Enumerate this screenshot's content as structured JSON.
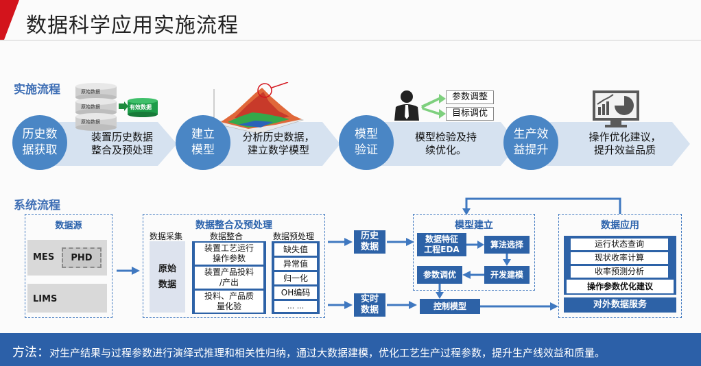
{
  "title": "数据科学应用实施流程",
  "process": {
    "label": "实施流程",
    "steps": [
      {
        "circle": "历史数据获取",
        "circle_l1": "历史数",
        "circle_l2": "据获取",
        "desc_l1": "装置历史数据",
        "desc_l2": "整合及预处理"
      },
      {
        "circle_l1": "建立",
        "circle_l2": "模型",
        "desc_l1": "分析历史数据，",
        "desc_l2": "建立数学模型"
      },
      {
        "circle_l1": "模型",
        "circle_l2": "验证",
        "desc_l1": "模型检验及持",
        "desc_l2": "续优化。"
      },
      {
        "circle_l1": "生产效",
        "circle_l2": "益提升",
        "desc_l1": "操作优化建议，",
        "desc_l2": "提升效益品质"
      }
    ],
    "db_labels": [
      "原始数据",
      "原始数据",
      "原始数据"
    ],
    "valid_data": "有效数据",
    "param_tune": "参数调整",
    "target_tune": "目标调优"
  },
  "system": {
    "label": "系统流程",
    "datasource": {
      "header": "数据源",
      "mes": "MES",
      "phd": "PHD",
      "lims": "LIMS"
    },
    "integration": {
      "header": "数据整合及预处理",
      "col1": "数据采集",
      "col2": "数据整合",
      "col3": "数据预处理",
      "raw_l1": "原始",
      "raw_l2": "数据",
      "integ_items": [
        {
          "l1": "装置工艺运行",
          "l2": "操作参数"
        },
        {
          "l1": "装置产品投料",
          "l2": "/产出"
        },
        {
          "l1": "投料、产品质",
          "l2": "量化验"
        }
      ],
      "pre_items": [
        "缺失值",
        "异常值",
        "归一化",
        "OH编码",
        "... ..."
      ]
    },
    "hist_data_l1": "历史",
    "hist_data_l2": "数据",
    "rt_data_l1": "实时",
    "rt_data_l2": "数据",
    "model": {
      "header": "模型建立",
      "feature_l1": "数据特征",
      "feature_l2": "工程EDA",
      "algo": "算法选择",
      "dev": "开发建模",
      "tune": "参数调优",
      "control": "控制模型"
    },
    "app": {
      "header": "数据应用",
      "items": [
        "运行状态查询",
        "现状收率计算",
        "收率预测分析",
        "操作参数优化建议"
      ],
      "service": "对外数据服务"
    }
  },
  "footer": {
    "lead": "方法：",
    "text": "对生产结果与过程参数进行演绎式推理和相关性归纳，通过大数据建模，优化工艺生产过程参数，提升生产线效益和质量。"
  },
  "colors": {
    "brand": "#2c60a8",
    "circle": "#4a86c5",
    "arrow": "#d6e2f0",
    "accent_red": "#d3141c"
  }
}
